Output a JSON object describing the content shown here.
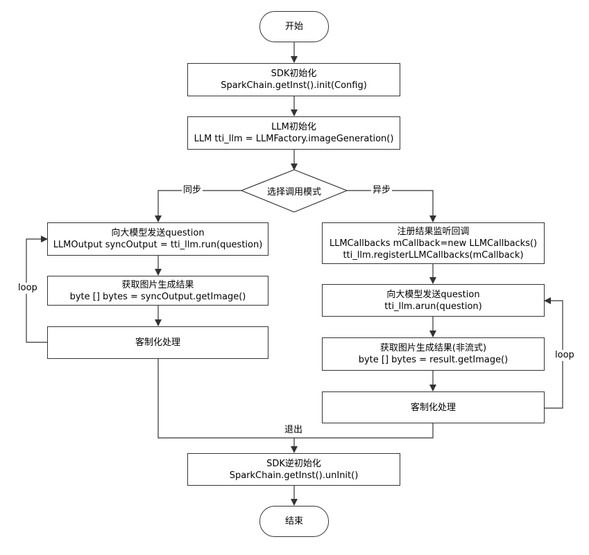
{
  "start": "开始",
  "end": "结束",
  "init": {
    "line1": "SDK初始化",
    "line2": "SparkChain.getInst().init(Config)"
  },
  "llm_init": {
    "line1": "LLM初始化",
    "line2": "LLM tti_llm = LLMFactory.imageGeneration()"
  },
  "decision": "选择调用模式",
  "sync_label": "同步",
  "async_label": "异步",
  "sync": {
    "send": {
      "line1": "向大模型发送question",
      "line2": "LLMOutput syncOutput = tti_llm.run(question)"
    },
    "get": {
      "line1": "获取图片生成结果",
      "line2": "byte [] bytes = syncOutput.getImage()"
    },
    "custom": "客制化处理",
    "loop": "loop"
  },
  "async": {
    "register": {
      "line1": "注册结果监听回调",
      "line2": "LLMCallbacks mCallback=new LLMCallbacks()",
      "line3": "tti_llm.registerLLMCallbacks(mCallback)"
    },
    "send": {
      "line1": "向大模型发送question",
      "line2": "tti_llm.arun(question)"
    },
    "get": {
      "line1": "获取图片生成结果(非流式)",
      "line2": "byte [] bytes = result.getImage()"
    },
    "custom": "客制化处理",
    "loop": "loop"
  },
  "exit_label": "退出",
  "uninit": {
    "line1": "SDK逆初始化",
    "line2": "SparkChain.getInst().unInit()"
  }
}
